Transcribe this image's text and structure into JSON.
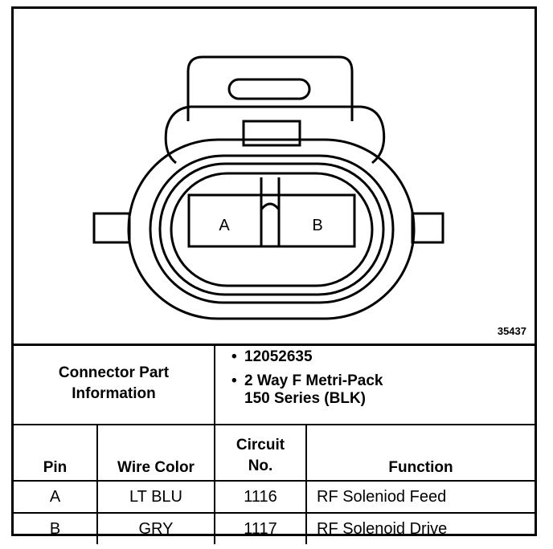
{
  "figure_number": "35437",
  "connector": {
    "pin_labels": [
      "A",
      "B"
    ]
  },
  "part_info": {
    "label_line1": "Connector Part",
    "label_line2": "Information",
    "bullet": "•",
    "part_number": "12052635",
    "description_line1": "2 Way F Metri-Pack",
    "description_line2": "150 Series (BLK)"
  },
  "table": {
    "headers": {
      "pin": "Pin",
      "wire_color": "Wire Color",
      "circuit_line1": "Circuit",
      "circuit_line2": "No.",
      "function": "Function"
    },
    "rows": [
      {
        "pin": "A",
        "wire_color": "LT BLU",
        "circuit": "1116",
        "function": "RF Soleniod Feed"
      },
      {
        "pin": "B",
        "wire_color": "GRY",
        "circuit": "1117",
        "function": "RF Solenoid Drive"
      }
    ]
  }
}
